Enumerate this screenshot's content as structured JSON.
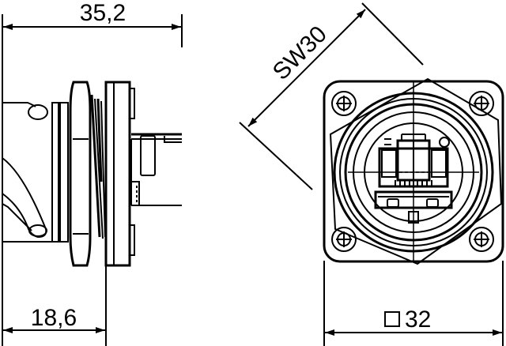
{
  "drawing": {
    "colors": {
      "line": "#000000",
      "background": "#ffffff"
    },
    "side_view": {
      "overall_length": "35,2",
      "front_depth": "18,6"
    },
    "front_view": {
      "wrench_size": "SW30",
      "square_symbol": "□",
      "flange_size": "32"
    }
  }
}
